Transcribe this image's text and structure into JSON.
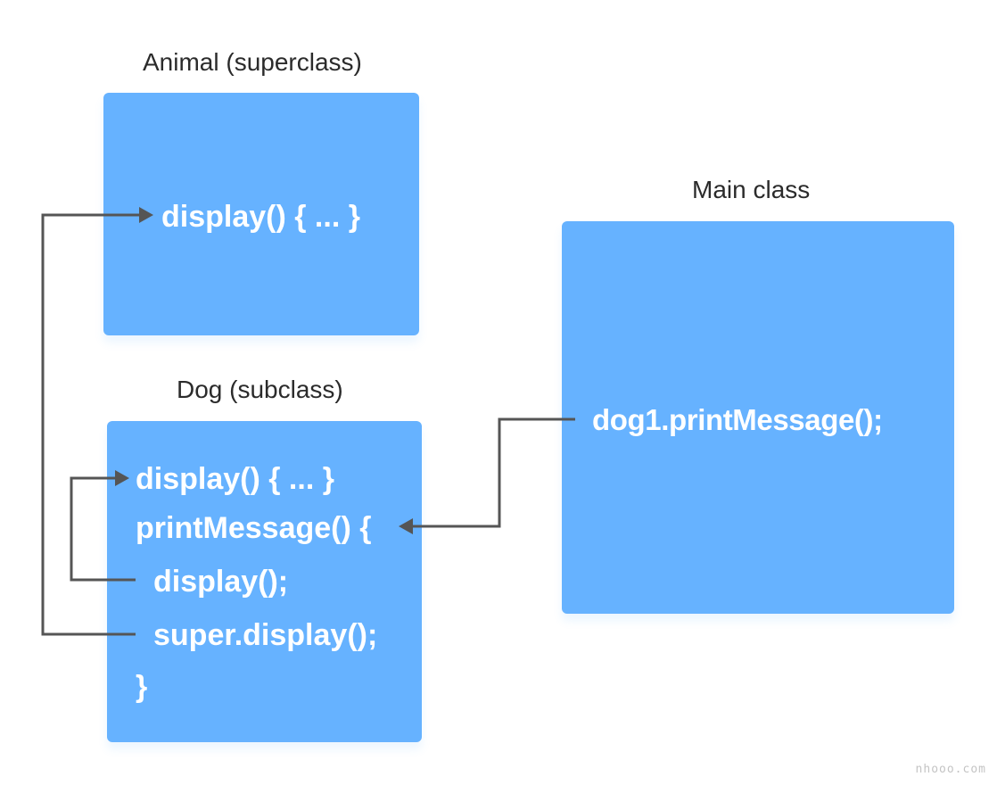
{
  "animal": {
    "caption": "Animal (superclass)",
    "method": "display() { ... }"
  },
  "dog": {
    "caption": "Dog (subclass)",
    "lines": [
      "display() { ... }",
      "printMessage() {",
      "display();",
      "super.display();",
      "}"
    ]
  },
  "main": {
    "caption": "Main class",
    "call": "dog1.printMessage();"
  },
  "colors": {
    "box_fill": "#66b2ff",
    "arrow": "#555555",
    "code_text": "#ffffff"
  },
  "watermark": "nhooo.com"
}
